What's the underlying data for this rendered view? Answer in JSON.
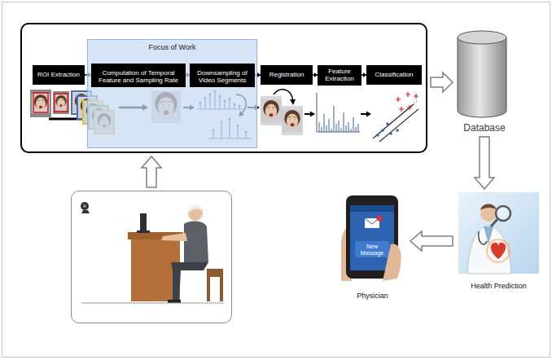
{
  "diagram": {
    "nodes": [
      {
        "text": []
      },
      {
        "text": [
          "Focus of Work"
        ],
        "in": 0
      },
      {
        "text": [
          "ROI Extraction"
        ],
        "in": 0
      },
      {
        "text": [
          "Computation of Temporal Feature and Sampling Rate"
        ],
        "in": 1
      },
      {
        "text": [
          "Downsampling of Video Segments"
        ],
        "in": 1
      },
      {
        "text": [
          "Registration"
        ],
        "in": 0
      },
      {
        "text": [
          "Feature Extraction"
        ],
        "in": 0
      },
      {
        "text": [
          "Classification"
        ],
        "in": 0
      },
      {
        "text": [
          "Database"
        ]
      },
      {
        "text": [
          "Health Prediction"
        ]
      },
      {
        "text": [
          "Physician"
        ]
      },
      {
        "text": []
      }
    ],
    "edges": [
      {
        "from": 2,
        "to": 3,
        "arrow": "to"
      },
      {
        "from": 3,
        "to": 4,
        "arrow": "to"
      },
      {
        "from": 4,
        "to": 5,
        "arrow": "to"
      },
      {
        "from": 5,
        "to": 6,
        "arrow": "to"
      },
      {
        "from": 6,
        "to": 7,
        "arrow": "to"
      },
      {
        "from": 0,
        "to": 8,
        "arrow": "to"
      },
      {
        "from": 8,
        "to": 9,
        "arrow": "to"
      },
      {
        "from": 9,
        "to": 10,
        "arrow": "to"
      },
      {
        "from": 11,
        "to": 0,
        "arrow": "to"
      }
    ],
    "labels": [
      "New Message"
    ]
  }
}
